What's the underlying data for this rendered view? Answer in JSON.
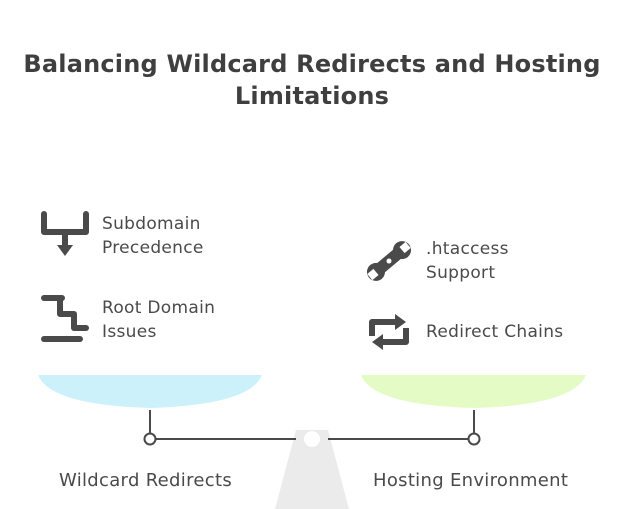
{
  "title": {
    "line1": "Balancing Wildcard Redirects and Hosting",
    "line2": "Limitations"
  },
  "left_side": {
    "label": "Wildcard Redirects",
    "pan_color": "#cdf1fb",
    "items": [
      {
        "line1": "Subdomain",
        "line2": "Precedence",
        "icon": "split-arrow-down-icon"
      },
      {
        "line1": "Root Domain",
        "line2": "Issues",
        "icon": "step-path-icon"
      }
    ]
  },
  "right_side": {
    "label": "Hosting Environment",
    "pan_color": "#e4fbc6",
    "items": [
      {
        "line1": ".htaccess",
        "line2": "Support",
        "icon": "wrench-icon"
      },
      {
        "line1": "Redirect Chains",
        "line2": "",
        "icon": "loop-arrows-icon"
      }
    ]
  },
  "colors": {
    "ink": "#4a4a4a",
    "fulcrum": "#ebebeb"
  }
}
